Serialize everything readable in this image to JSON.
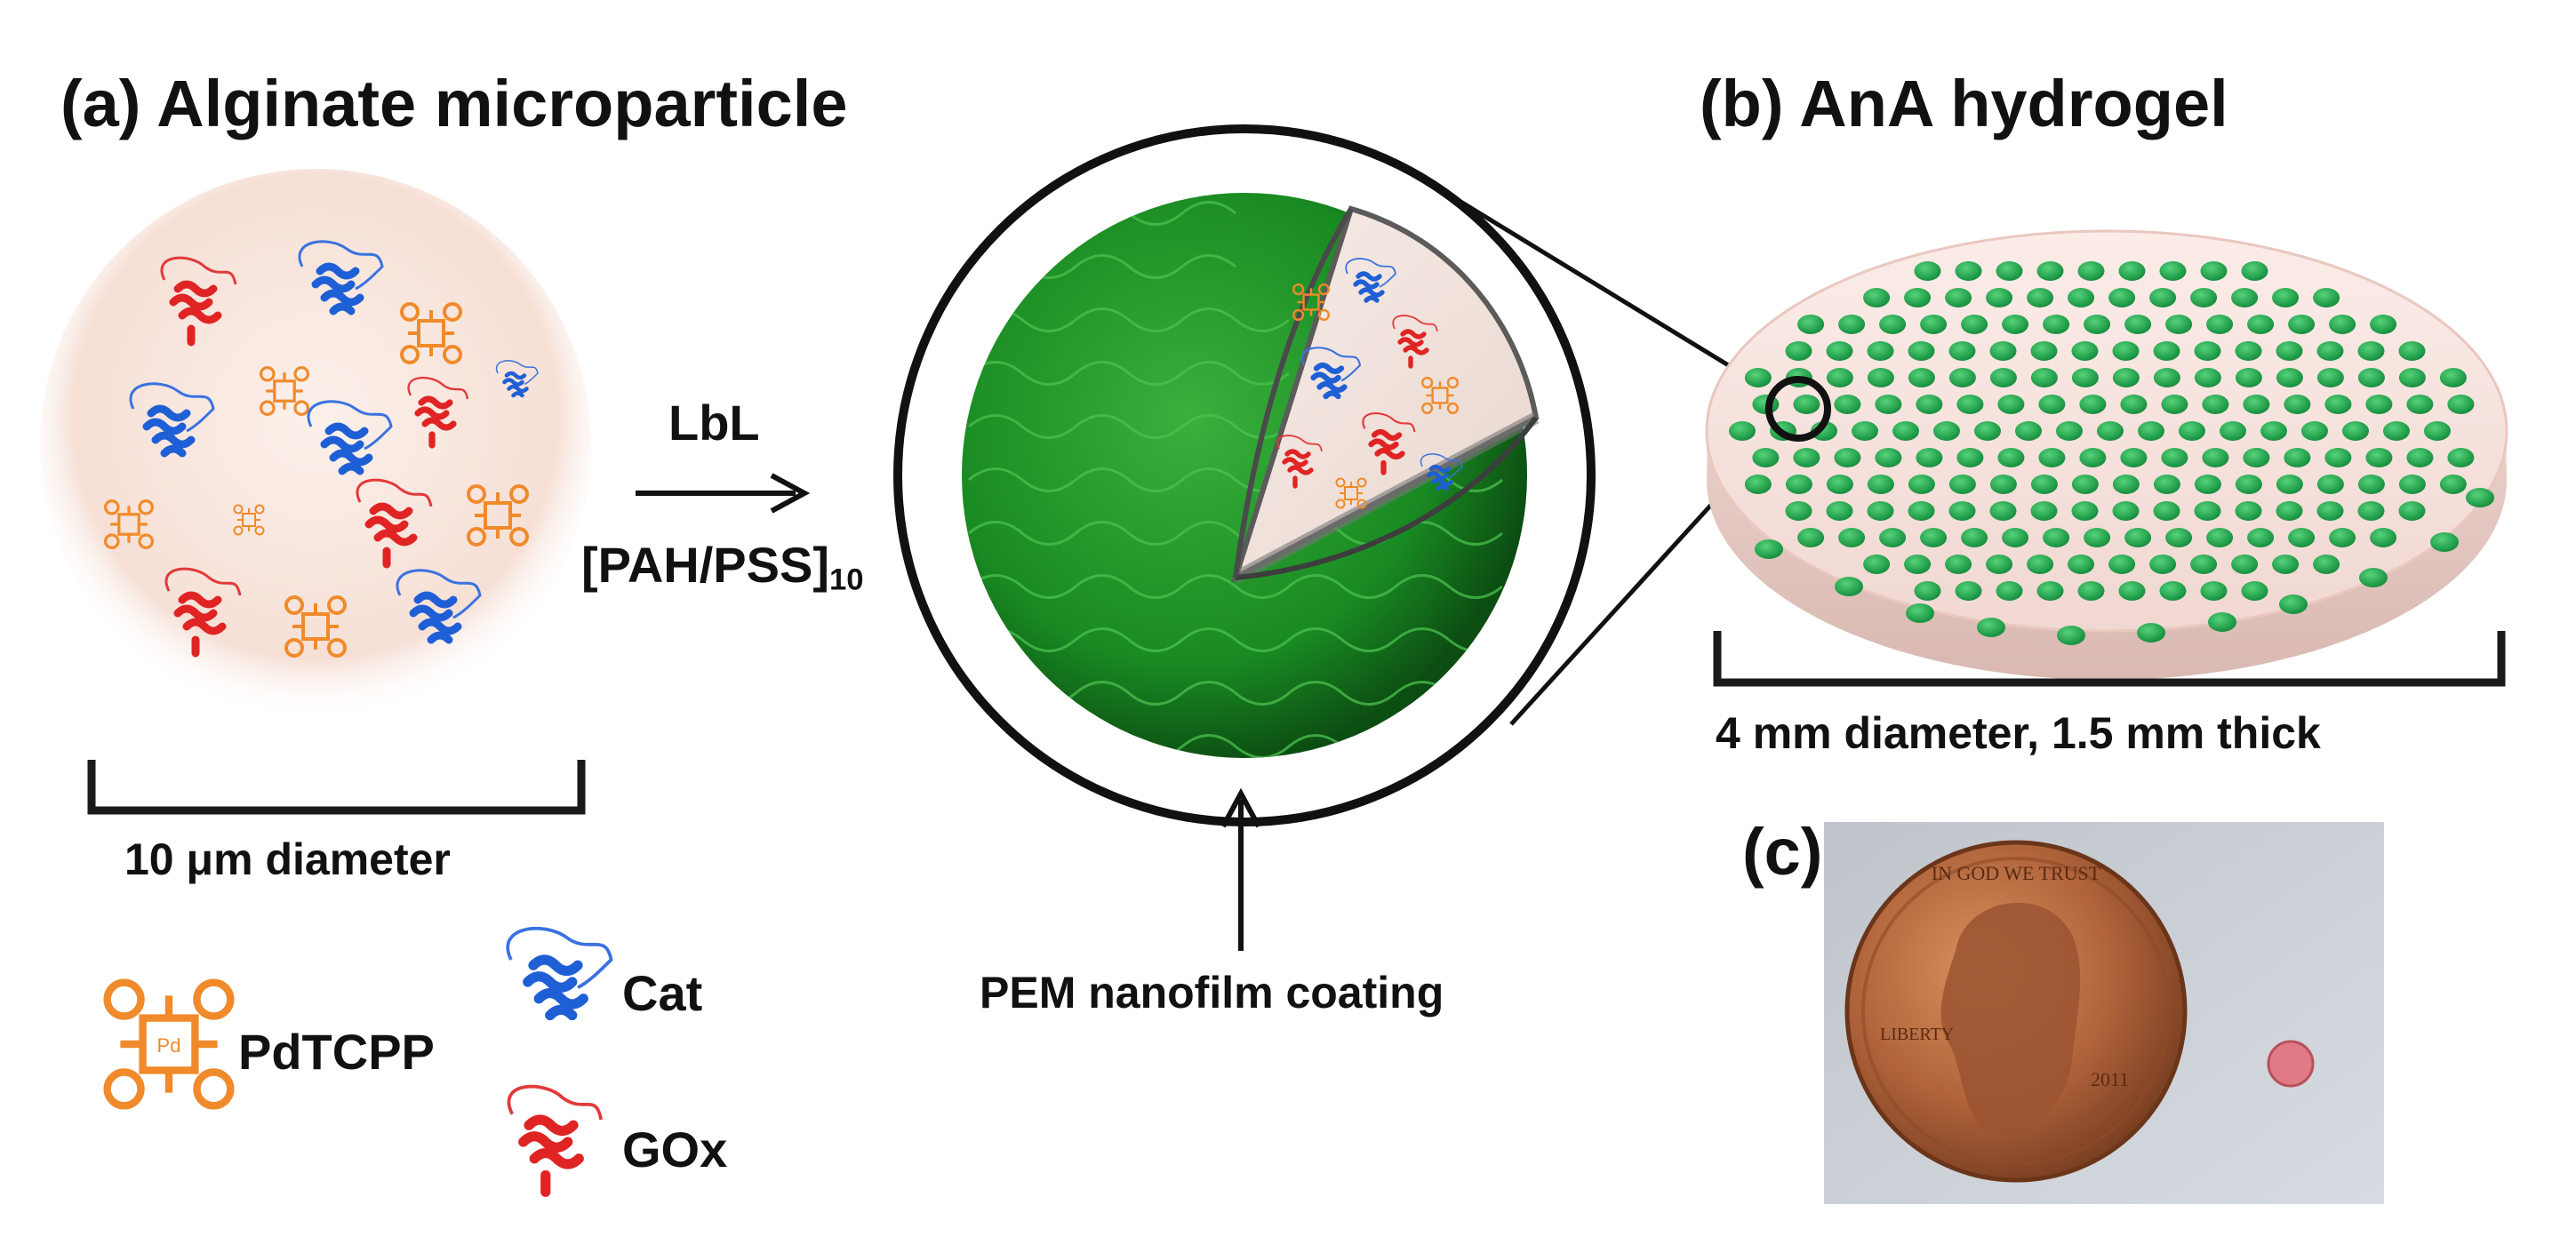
{
  "panel_a": {
    "title": "(a) Alginate microparticle",
    "scale_label": "10 μm diameter",
    "arrow_label": "LbL",
    "coating_label_main": "[PAH/PSS]",
    "coating_label_sub": "10",
    "coating_callout": "PEM nanofilm coating",
    "legend": {
      "pdtcpp": "PdTCPP",
      "pd_symbol": "Pd",
      "cat": "Cat",
      "gox": "GOx"
    }
  },
  "panel_b": {
    "title": "(b) AnA hydrogel",
    "scale_label": "4 mm diameter, 1.5 mm thick"
  },
  "panel_c": {
    "title": "(c)",
    "coin_texts": {
      "motto": "IN GOD WE TRUST",
      "liberty": "LIBERTY",
      "year": "2011"
    }
  },
  "colors": {
    "pdtcpp": "#f08a2a",
    "cat": "#1f5fd6",
    "gox": "#e02424",
    "pem_green": "#1f9a2a",
    "gel_dot": "#1fa24a",
    "gel_body": "#f6e2dd"
  }
}
